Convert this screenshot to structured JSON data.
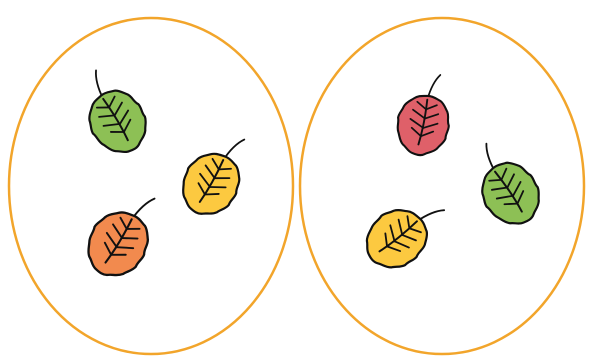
{
  "colors": {
    "oval_stroke": "#f2a52b",
    "leaf_outline": "#111111",
    "green": "#8dc055",
    "yellow": "#fcc940",
    "orange": "#f28a4e",
    "red": "#df6069"
  },
  "groups": [
    {
      "name": "left-group",
      "leaves": [
        {
          "name": "green-leaf",
          "color": "green"
        },
        {
          "name": "yellow-leaf",
          "color": "yellow"
        },
        {
          "name": "orange-leaf",
          "color": "orange"
        }
      ]
    },
    {
      "name": "right-group",
      "leaves": [
        {
          "name": "red-leaf",
          "color": "red"
        },
        {
          "name": "green-leaf",
          "color": "green"
        },
        {
          "name": "yellow-leaf",
          "color": "yellow"
        }
      ]
    }
  ]
}
